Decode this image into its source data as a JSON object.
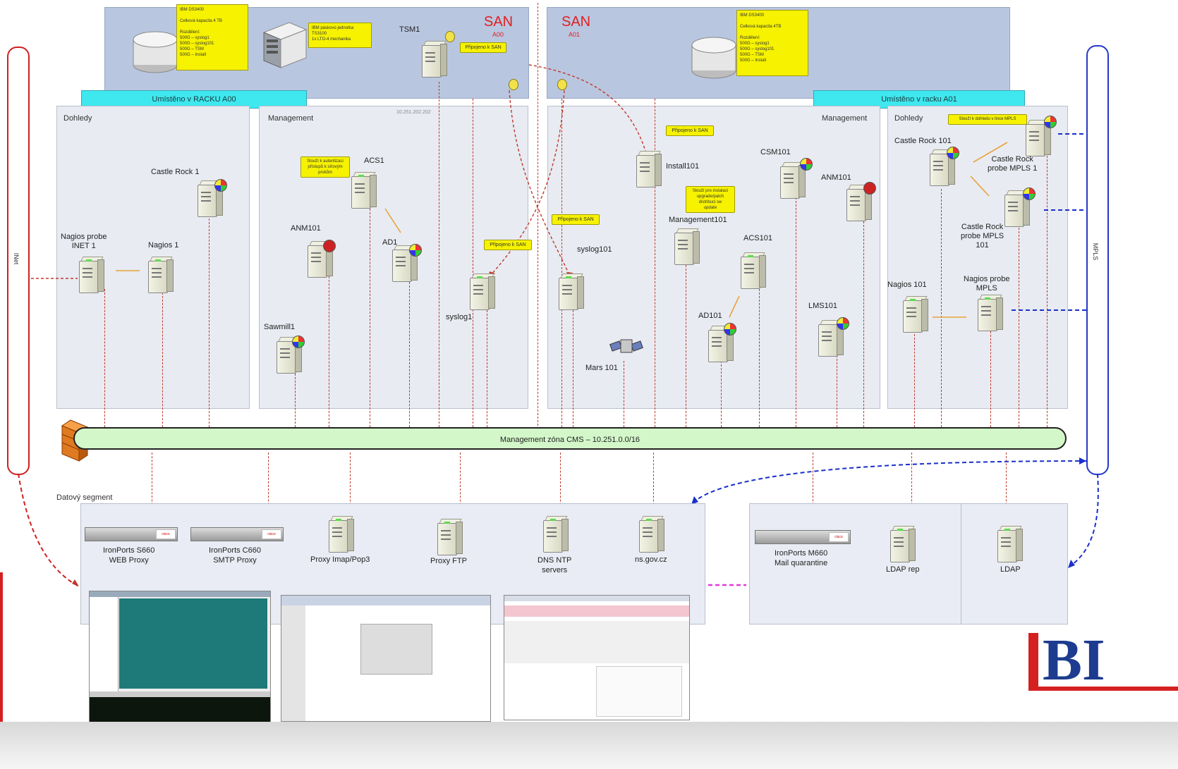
{
  "san_left": {
    "title": "SAN",
    "subtitle": "A00",
    "tsm_label": "TSM1",
    "storage_note": "IBM DS3400\n\nCelková kapacita 4 TB\n\nRozdělení:\n500G – syslog1\n500G – syslog101\n500G – TSM\n500G – Install",
    "tape_note": "IBM páskovú jednotka\nTS3100\n1x LTO-4 mechanika",
    "connect_note": "Připojeno k SAN"
  },
  "san_right": {
    "title": "SAN",
    "subtitle": "A01",
    "storage_note": "IBM DS3400\n\nCelková kapacita 4TB\n\nRozdělení:\n500G – syslog1\n500G – syslog101\n500G – TSM\n500G – Install"
  },
  "rack_labels": {
    "left": "Umístěno v RACKU A00",
    "right": "Umístěno v racku A01"
  },
  "zones": {
    "dohledy_left": "Dohledy",
    "management_left": "Management",
    "management_left_ip": "10.251.202.202",
    "management_right": "Management",
    "dohledy_right": "Dohledy",
    "datovy": "Datový segment"
  },
  "servers": {
    "castle_rock_1": "Castle Rock 1",
    "nagios_probe_inet": "Nagios probe\nINET 1",
    "nagios_1": "Nagios 1",
    "acs1": "ACS1",
    "anm101_left": "ANM101",
    "ad1": "AD1",
    "sawmill": "Sawmill1",
    "syslog1": "syslog1",
    "syslog101": "syslog101",
    "mars101": "Mars 101",
    "install101": "Install101",
    "csm101": "CSM101",
    "anm101_right": "ANM101",
    "management101": "Management101",
    "acs101": "ACS101",
    "ad101": "AD101",
    "lms101": "LMS101",
    "castle_rock_101": "Castle Rock 101",
    "castle_rock_mpls_1": "Castle Rock\nprobe MPLS 1",
    "castle_rock_mpls_101": "Castle Rock\nprobe MPLS\n101",
    "nagios_101": "Nagios 101",
    "nagios_probe_mpls": "Nagios probe\nMPLS"
  },
  "notes": {
    "acs1_note": "Slouží k autentizaci\npřístupů k síťovým\nprvkům",
    "syslog1_note": "Připojeno k SAN",
    "syslog101_note": "Připojeno k SAN",
    "install101_note": "Připojeno k SAN",
    "management101_note": "Slouží pro instalaci\nupgrade/patch\ndistribuci sw\nupdate",
    "dohledy_right_note": "Slouží k dohledu v lince MPLS"
  },
  "management_bar": "Management zóna CMS – 10.251.0.0/16",
  "side_left": "INet",
  "side_right": "MPLS",
  "data_segment": {
    "ironport_s660": "IronPorts S660\nWEB Proxy",
    "ironport_c660": "IronPorts C660\nSMTP Proxy",
    "proxy_imap": "Proxy Imap/Pop3",
    "proxy_ftp": "Proxy FTP",
    "dns_ntp": "DNS NTP\nservers",
    "ns_gov": "ns.gov.cz",
    "ironport_m660": "IronPorts M660\nMail quarantine",
    "ldap_rep": "LDAP rep",
    "ldap": "LDAP"
  },
  "logo_text": "BI",
  "colors": {
    "accent_red": "#c0392b",
    "accent_blue": "#1a2fcc",
    "san_bg": "#b9c6e0",
    "note_yellow": "#f6f200",
    "bar_green": "#d3f7c9",
    "magenta": "#e03ad8"
  }
}
